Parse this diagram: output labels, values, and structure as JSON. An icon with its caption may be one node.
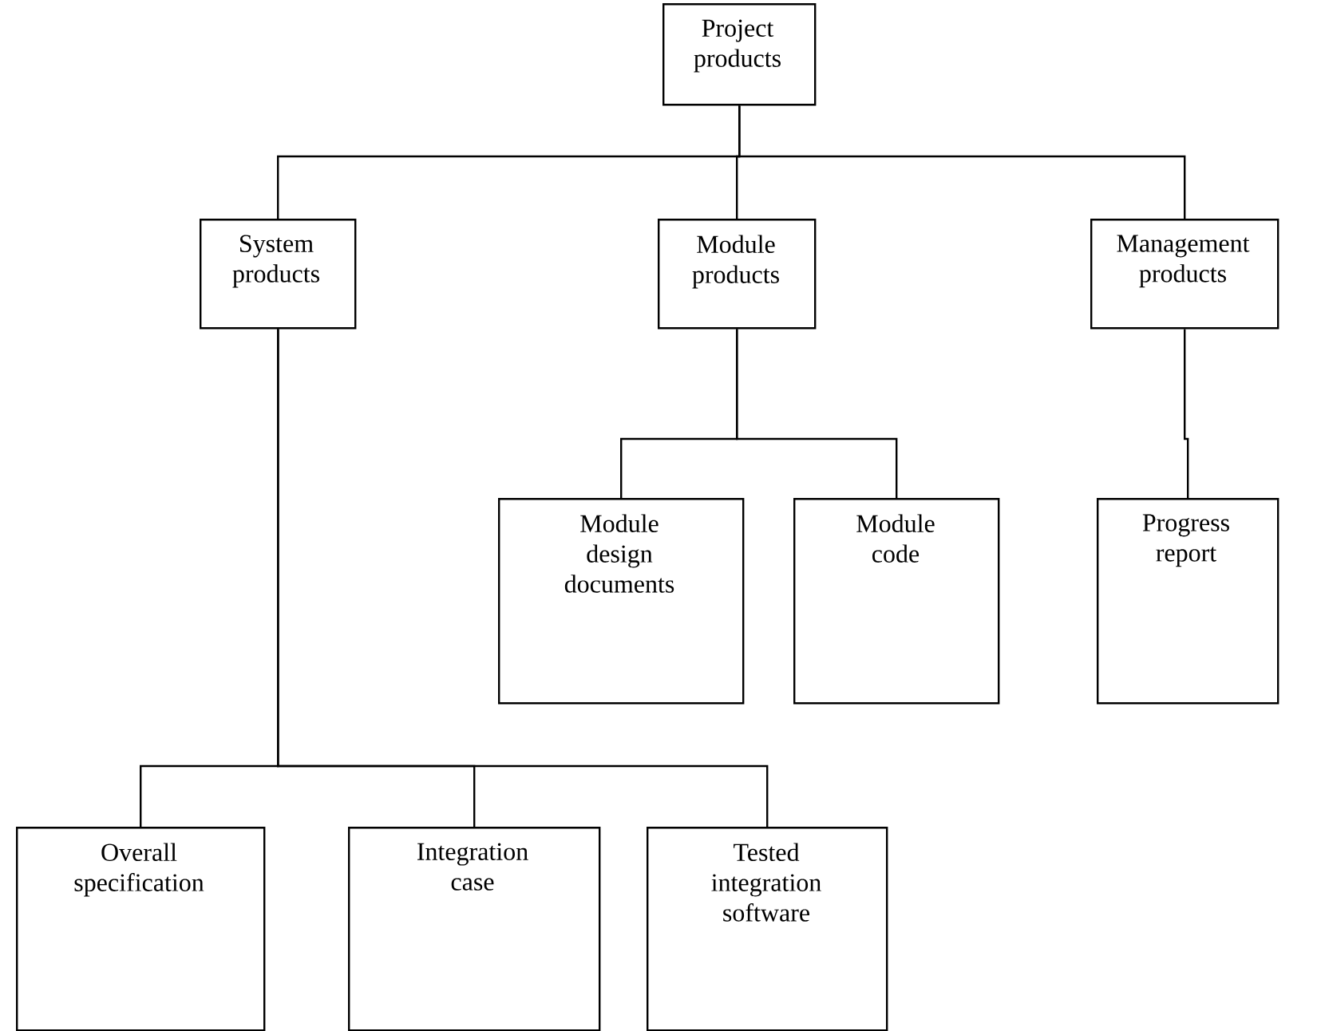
{
  "diagram": {
    "nodes": [
      {
        "text": [
          "Project products"
        ]
      },
      {
        "text": [
          "System products"
        ]
      },
      {
        "text": [
          "Module products"
        ]
      },
      {
        "text": [
          "Management products"
        ]
      },
      {
        "text": [
          "Module design documents"
        ]
      },
      {
        "text": [
          "Module code"
        ]
      },
      {
        "text": [
          "Progress report"
        ]
      },
      {
        "text": [
          "Overall specification"
        ]
      },
      {
        "text": [
          "Integration case"
        ]
      },
      {
        "text": [
          "Tested integration software"
        ]
      }
    ],
    "edges": [
      {
        "from": 0,
        "to": 1,
        "arrow": "none"
      },
      {
        "from": 0,
        "to": 2,
        "arrow": "none"
      },
      {
        "from": 0,
        "to": 3,
        "arrow": "none"
      },
      {
        "from": 2,
        "to": 4,
        "arrow": "none"
      },
      {
        "from": 2,
        "to": 5,
        "arrow": "none"
      },
      {
        "from": 3,
        "to": 6,
        "arrow": "none"
      },
      {
        "from": 1,
        "to": 7,
        "arrow": "none"
      },
      {
        "from": 1,
        "to": 8,
        "arrow": "none"
      },
      {
        "from": 1,
        "to": 9,
        "arrow": "none"
      }
    ]
  }
}
